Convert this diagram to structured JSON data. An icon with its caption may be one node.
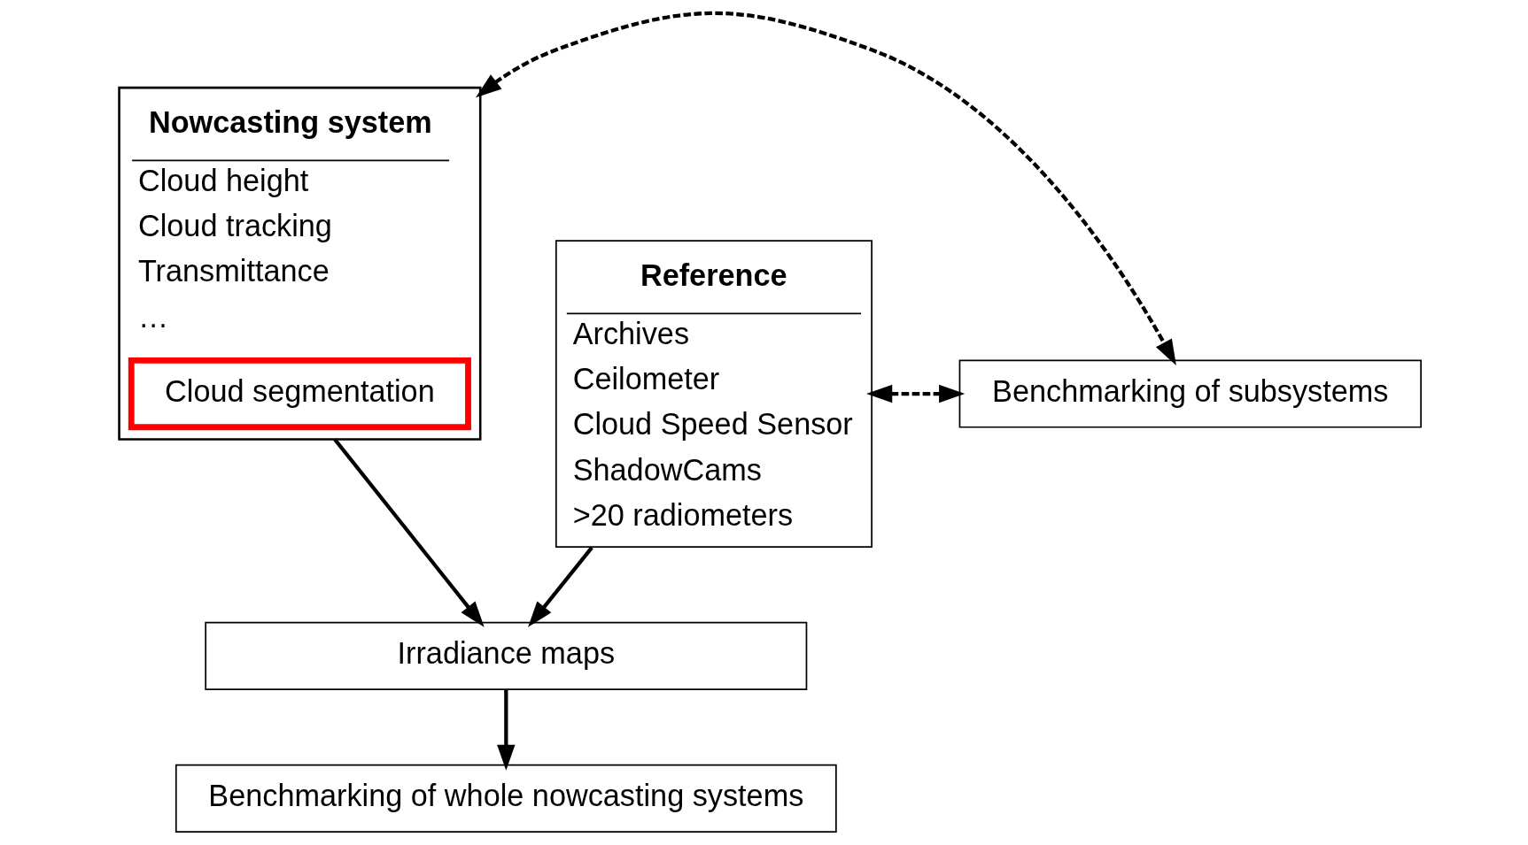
{
  "diagram": {
    "nodes": [
      {
        "text": [
          "Nowcasting system",
          "Cloud height",
          "Cloud tracking",
          "Transmittance",
          "…"
        ]
      },
      {
        "text": [
          "Cloud segmentation"
        ],
        "in": 0
      },
      {
        "text": [
          "Benchmarking of subsystems"
        ]
      },
      {
        "text": [
          "Reference",
          "Archives",
          "Ceilometer",
          "Cloud Speed Sensor",
          "ShadowCams",
          ">20 radiometers"
        ]
      },
      {
        "text": [
          "Irradiance maps"
        ]
      },
      {
        "text": [
          "Benchmarking of whole nowcasting systems"
        ]
      }
    ],
    "edges": [
      {
        "from": 0,
        "to": 2,
        "arrow": "both",
        "style": "dashed"
      },
      {
        "from": 2,
        "to": 3,
        "arrow": "both",
        "style": "dashed"
      },
      {
        "from": 0,
        "to": 4,
        "arrow": "to"
      },
      {
        "from": 3,
        "to": 4,
        "arrow": "to"
      },
      {
        "from": 4,
        "to": 5,
        "arrow": "to"
      }
    ]
  }
}
